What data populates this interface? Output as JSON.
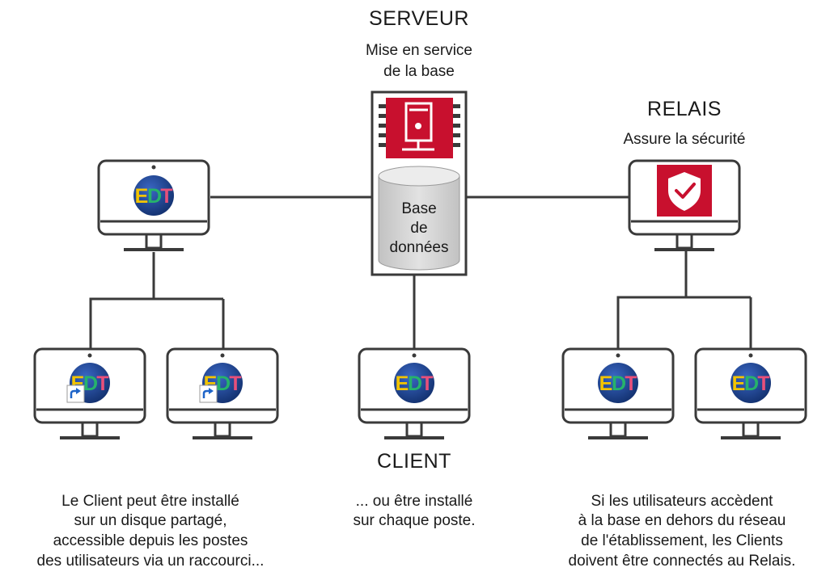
{
  "server": {
    "title": "SERVEUR",
    "subtitle_line1": "Mise en service",
    "subtitle_line2": "de la base",
    "db_line1": "Base",
    "db_line2": "de",
    "db_line3": "données",
    "server_icon": "server-icon",
    "db_icon": "database-cylinder-icon"
  },
  "relay": {
    "title": "RELAIS",
    "subtitle": "Assure la sécurité",
    "shield_icon": "shield-check-icon"
  },
  "client": {
    "title": "CLIENT"
  },
  "badge": {
    "text": "EDT",
    "shortcut_icon": "shortcut-arrow-icon"
  },
  "captions": {
    "left": [
      "Le Client peut être installé",
      "sur un disque partagé,",
      "accessible depuis les postes",
      "des utilisateurs via un raccourci..."
    ],
    "center": [
      "... ou être installé",
      "sur chaque poste."
    ],
    "right": [
      "Si les utilisateurs accèdent",
      "à la base en dehors du réseau",
      "de l'établissement, les Clients",
      "doivent être connectés au Relais."
    ]
  },
  "colors": {
    "line": "#3a3a3a",
    "brand_red": "#c8102e",
    "edt_blue": "#1a3d8f",
    "db_gray": "#d4d4d4"
  }
}
